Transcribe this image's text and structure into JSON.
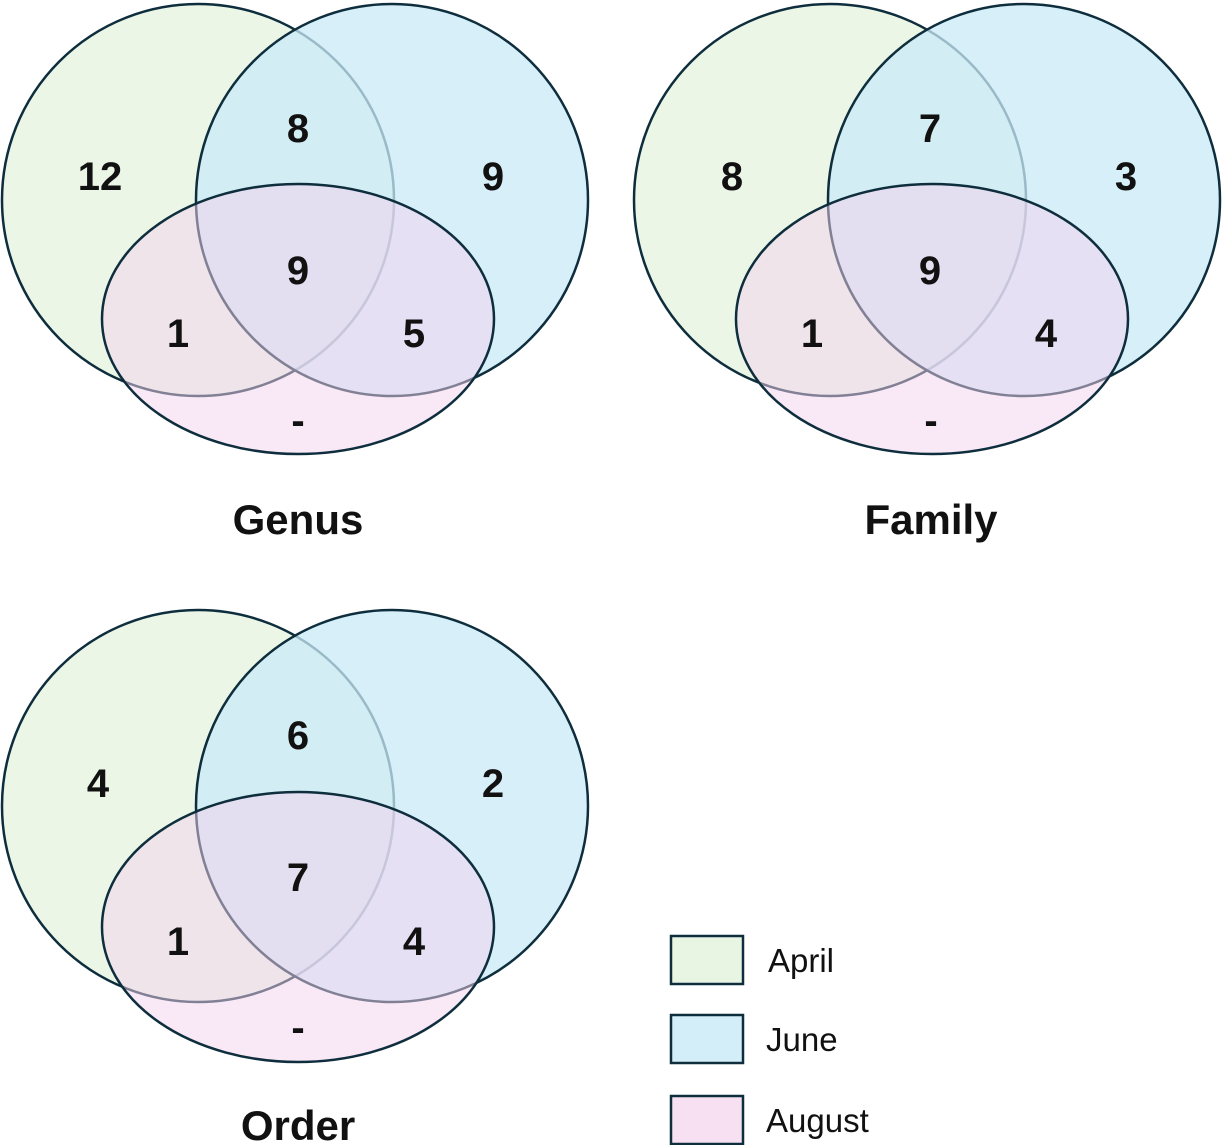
{
  "colors": {
    "april": "#e8f5e3",
    "june": "#d3eef9",
    "august": "#f6e0f2",
    "stroke": "#0e2e3d"
  },
  "diagrams": [
    {
      "title": "Genus",
      "regions": {
        "april_only": "12",
        "june_only": "9",
        "april_june": "8",
        "all_three": "9",
        "april_august": "1",
        "june_august": "5",
        "august_only": "-"
      }
    },
    {
      "title": "Family",
      "regions": {
        "april_only": "8",
        "june_only": "3",
        "april_june": "7",
        "all_three": "9",
        "april_august": "1",
        "june_august": "4",
        "august_only": "-"
      }
    },
    {
      "title": "Order",
      "regions": {
        "april_only": "4",
        "june_only": "2",
        "april_june": "6",
        "all_three": "7",
        "april_august": "1",
        "june_august": "4",
        "august_only": "-"
      }
    }
  ],
  "legend": [
    {
      "label": "April",
      "color": "#e8f5e3"
    },
    {
      "label": "June",
      "color": "#d3eef9"
    },
    {
      "label": "August",
      "color": "#f6e0f2"
    }
  ]
}
